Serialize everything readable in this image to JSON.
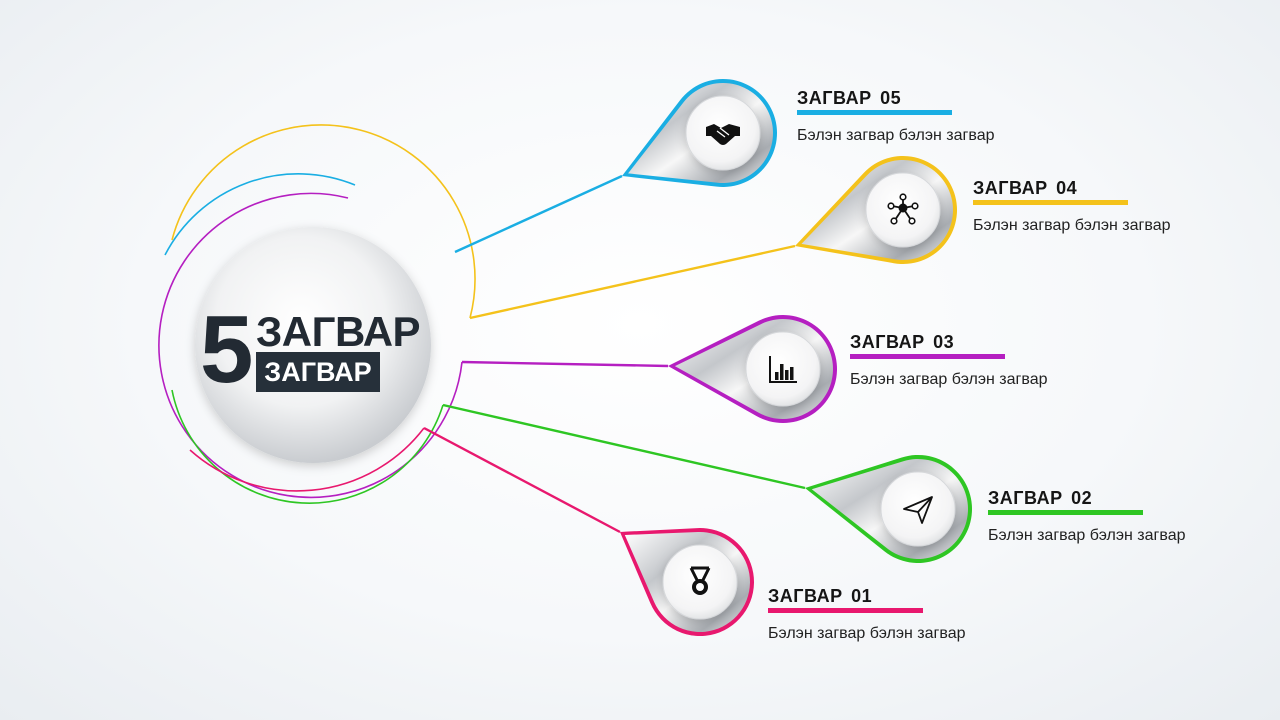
{
  "hub": {
    "number": "5",
    "title": "ЗАГВАР",
    "subtitle": "ЗАГВАР"
  },
  "items": [
    {
      "title": "ЗАГВАР 01",
      "description": "Бэлэн загвар бэлэн загвар",
      "color": "#e8186e",
      "icon": "medal-icon"
    },
    {
      "title": "ЗАГВАР 02",
      "description": "Бэлэн загвар бэлэн загвар",
      "color": "#2ec623",
      "icon": "paper-plane-icon"
    },
    {
      "title": "ЗАГВАР 03",
      "description": "Бэлэн загвар бэлэн загвар",
      "color": "#b51fc1",
      "icon": "bar-chart-icon"
    },
    {
      "title": "ЗАГВАР 04",
      "description": "Бэлэн загвар бэлэн загвар",
      "color": "#f4c21b",
      "icon": "network-icon"
    },
    {
      "title": "ЗАГВАР 05",
      "description": "Бэлэн загвар бэлэн загвар",
      "color": "#1aaee3",
      "icon": "handshake-icon"
    }
  ]
}
